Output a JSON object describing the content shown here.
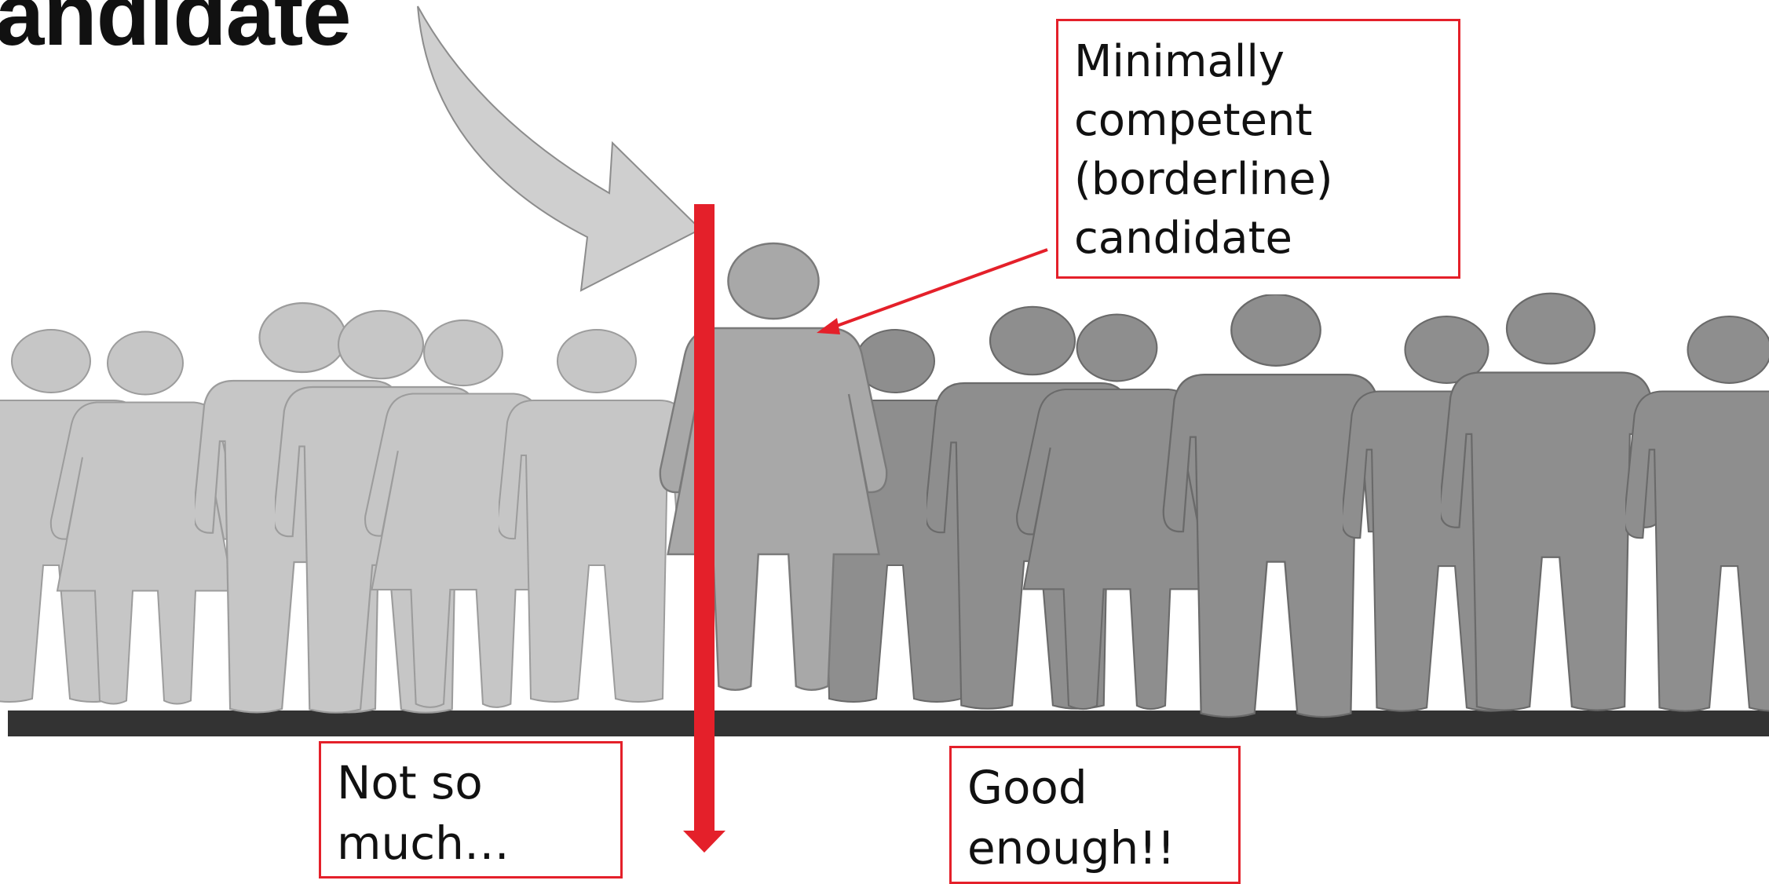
{
  "title": "andidate",
  "callouts": {
    "borderline": "Minimally\ncompetent\n(borderline)\ncandidate",
    "below": "Not so\nmuch…",
    "above": "Good\nenough!!"
  },
  "colors": {
    "cutoff_line": "#e4202a",
    "below_cutoff_figures": "#c6c6c6",
    "borderline_figure": "#a8a8a8",
    "above_cutoff_figures": "#8e8e8e",
    "ground_bar": "#333333",
    "pointer_arrow": "#cfcfcf"
  },
  "figures": {
    "below_cutoff": [
      "male",
      "female",
      "male",
      "male",
      "female",
      "male"
    ],
    "above_cutoff": [
      "male",
      "male",
      "female",
      "male",
      "male",
      "male",
      "male"
    ]
  }
}
